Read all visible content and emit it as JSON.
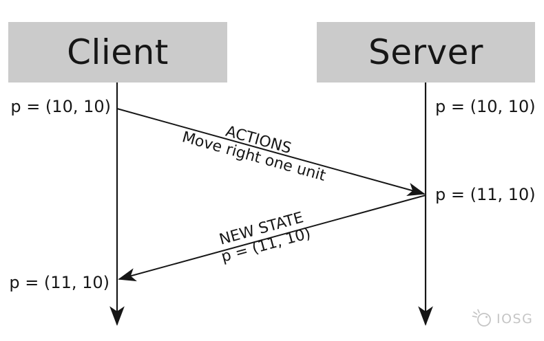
{
  "colors": {
    "background": "#ffffff",
    "actor_box_fill": "#cbcbcb",
    "ink": "#161616",
    "watermark": "#c5c5c5"
  },
  "actors": [
    {
      "name": "Client"
    },
    {
      "name": "Server"
    }
  ],
  "states": {
    "client_initial": "p = (10, 10)",
    "server_initial": "p = (10, 10)",
    "server_updated": "p = (11, 10)",
    "client_updated": "p = (11, 10)"
  },
  "messages": [
    {
      "title": "ACTIONS",
      "subtitle": "Move right one unit",
      "from": "Client",
      "to": "Server"
    },
    {
      "title": "NEW STATE",
      "subtitle": "p = (11, 10)",
      "from": "Server",
      "to": "Client"
    }
  ],
  "watermark": {
    "brand": "IOSG"
  }
}
